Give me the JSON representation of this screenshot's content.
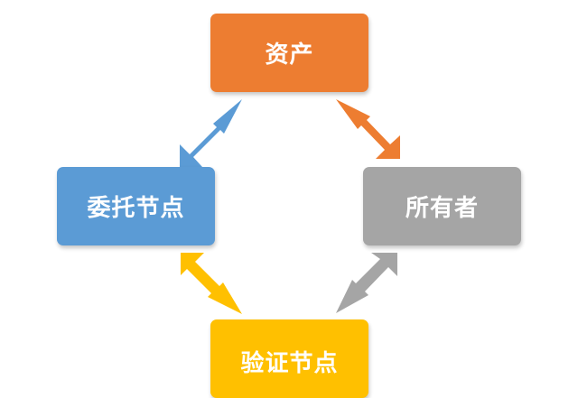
{
  "nodes": {
    "top": {
      "label": "资产",
      "color": "#ED7D31"
    },
    "left": {
      "label": "委托节点",
      "color": "#5B9BD5"
    },
    "right": {
      "label": "所有者",
      "color": "#A5A5A5"
    },
    "bottom": {
      "label": "验证节点",
      "color": "#FFC000"
    }
  },
  "edges": [
    {
      "from": "left",
      "to": "top",
      "color": "#5B9BD5",
      "bidirectional": true
    },
    {
      "from": "top",
      "to": "right",
      "color": "#ED7D31",
      "bidirectional": true
    },
    {
      "from": "right",
      "to": "bottom",
      "color": "#A5A5A5",
      "bidirectional": true
    },
    {
      "from": "bottom",
      "to": "left",
      "color": "#FFC000",
      "bidirectional": true
    }
  ]
}
